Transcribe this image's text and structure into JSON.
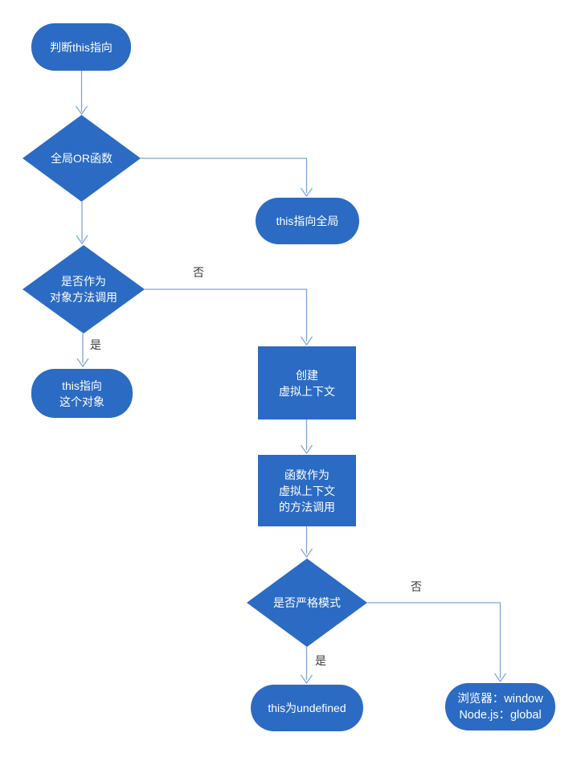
{
  "diagram": {
    "kind": "flowchart",
    "topic": "判断this指向"
  },
  "colors": {
    "node_fill": "#2b6bc3",
    "node_text": "#ffffff",
    "connector": "#7fa6dc",
    "edge_label_text": "#3a3a3a",
    "background": "#ffffff"
  },
  "nodes": {
    "start": {
      "type": "terminator",
      "lines": [
        "判断this指向"
      ]
    },
    "decision_global_or_function": {
      "type": "decision",
      "lines": [
        "全局OR函数"
      ]
    },
    "this_points_to_global": {
      "type": "terminator",
      "lines": [
        "this指向全局"
      ]
    },
    "decision_object_method_call": {
      "type": "decision",
      "lines": [
        "是否作为",
        "对象方法调用"
      ]
    },
    "this_points_to_object": {
      "type": "terminator",
      "lines": [
        "this指向",
        "这个对象"
      ]
    },
    "create_virtual_context": {
      "type": "process",
      "lines": [
        "创建",
        "虚拟上下文"
      ]
    },
    "call_as_context_method": {
      "type": "process",
      "lines": [
        "函数作为",
        "虚拟上下文",
        "的方法调用"
      ]
    },
    "decision_strict_mode": {
      "type": "decision",
      "lines": [
        "是否严格模式"
      ]
    },
    "this_is_undefined": {
      "type": "terminator",
      "lines": [
        "this为undefined"
      ]
    },
    "global_object_result": {
      "type": "terminator",
      "lines": [
        "浏览器：window",
        "Node.js：global"
      ]
    }
  },
  "edge_labels": {
    "object_method_no": "否",
    "object_method_yes": "是",
    "strict_mode_yes": "是",
    "strict_mode_no": "否"
  }
}
